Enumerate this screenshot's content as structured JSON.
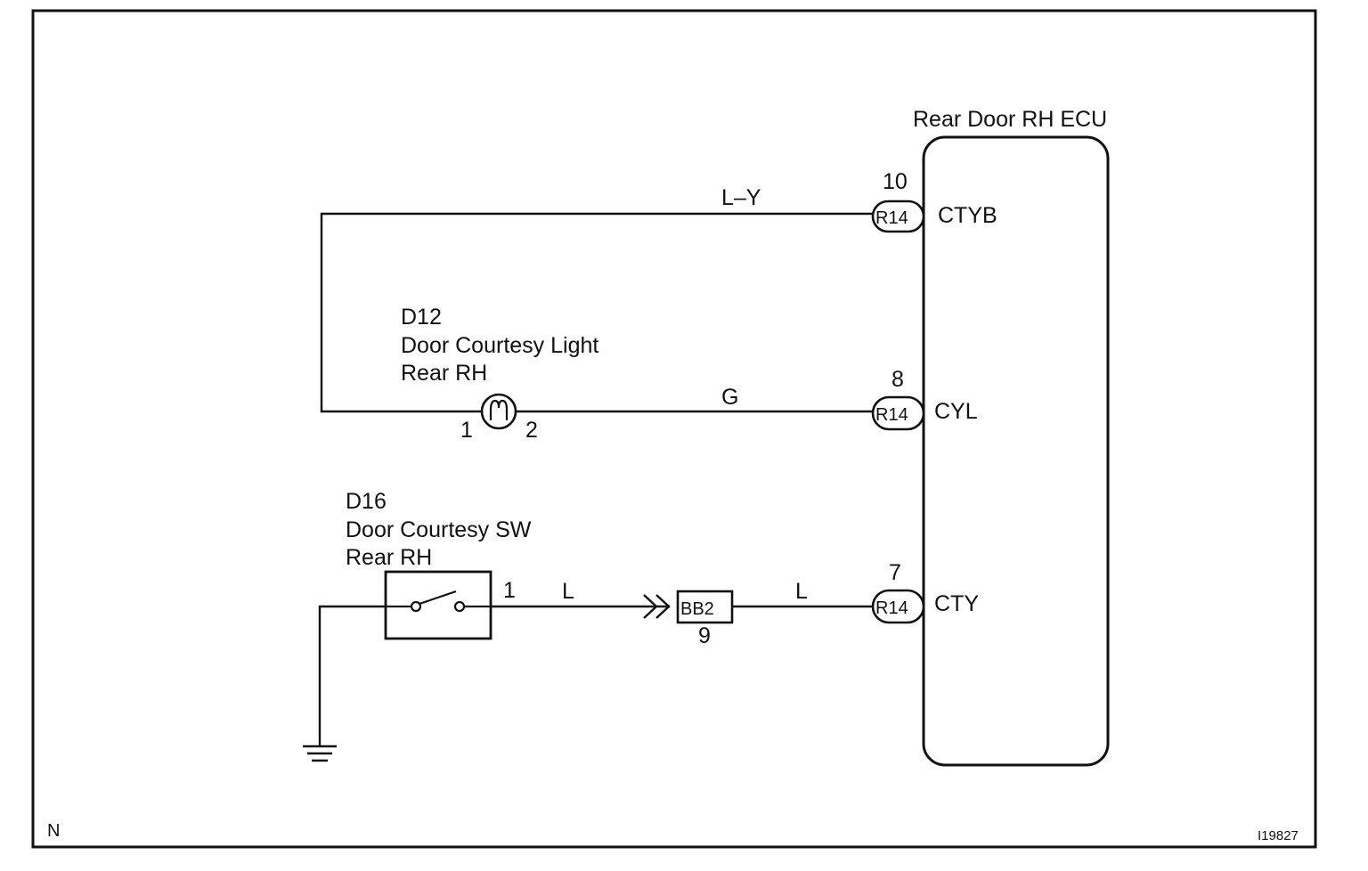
{
  "ecu": {
    "title": "Rear Door RH ECU",
    "pins": [
      {
        "number": "10",
        "connector": "R14",
        "name": "CTYB"
      },
      {
        "number": "8",
        "connector": "R14",
        "name": "CYL"
      },
      {
        "number": "7",
        "connector": "R14",
        "name": "CTY"
      }
    ]
  },
  "light": {
    "code": "D12",
    "name_line1": "Door Courtesy Light",
    "name_line2": "Rear RH",
    "pin1": "1",
    "pin2": "2"
  },
  "switch": {
    "code": "D16",
    "name_line1": "Door Courtesy SW",
    "name_line2": "Rear RH",
    "pin1": "1"
  },
  "junction": {
    "connector": "BB2",
    "pin": "9"
  },
  "wires": {
    "top_color": "L–Y",
    "mid_color": "G",
    "bottom_left_color": "L",
    "bottom_right_color": "L"
  },
  "footer": {
    "corner_letter": "N",
    "figure_id": "I19827"
  }
}
